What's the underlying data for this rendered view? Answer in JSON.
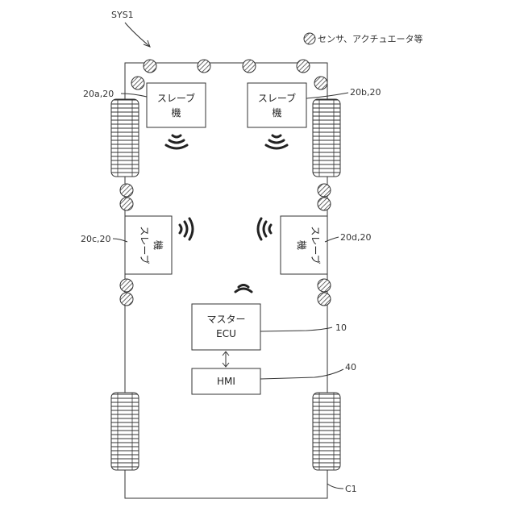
{
  "system_label": "SYS1",
  "legend_text": "センサ、アクチュエータ等",
  "chassis_label": "C1",
  "slaves": [
    {
      "id": "slave-a",
      "ref": "20a,20",
      "line1": "スレーブ",
      "line2": "機"
    },
    {
      "id": "slave-b",
      "ref": "20b,20",
      "line1": "スレーブ",
      "line2": "機"
    },
    {
      "id": "slave-c",
      "ref": "20c,20",
      "line1": "スレーブ",
      "line2": "機"
    },
    {
      "id": "slave-d",
      "ref": "20d,20",
      "line1": "スレーブ",
      "line2": "機"
    }
  ],
  "master": {
    "ref": "10",
    "line1": "マスター",
    "line2": "ECU"
  },
  "hmi": {
    "ref": "40",
    "label": "HMI"
  }
}
